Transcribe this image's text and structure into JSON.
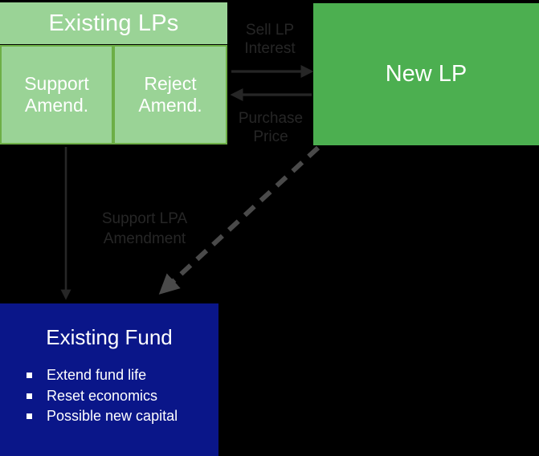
{
  "diagram": {
    "background_color": "#000000",
    "existing_lps": {
      "header_label": "Existing LPs",
      "header_color": "#9AD396",
      "sub_boxes": [
        {
          "label": "Support\nAmend.",
          "name": "support-amend"
        },
        {
          "label": "Reject\nAmend.",
          "name": "reject-amend"
        }
      ],
      "box_fill": "#9AD396",
      "box_border": "#6DAF46"
    },
    "new_lp": {
      "label": "New LP",
      "fill": "#4CAF50"
    },
    "existing_fund": {
      "title": "Existing Fund",
      "fill": "#0A1689",
      "bullets": [
        "Extend fund life",
        "Reset economics",
        "Possible new capital"
      ]
    },
    "connectors": {
      "sell_lp_interest": "Sell LP\nInterest",
      "purchase_price": "Purchase\nPrice",
      "support_lpa_amendment": "Support LPA\nAmendment",
      "arrow_color": "#262626",
      "dashed_arrow_color": "#4A4A4A"
    }
  }
}
